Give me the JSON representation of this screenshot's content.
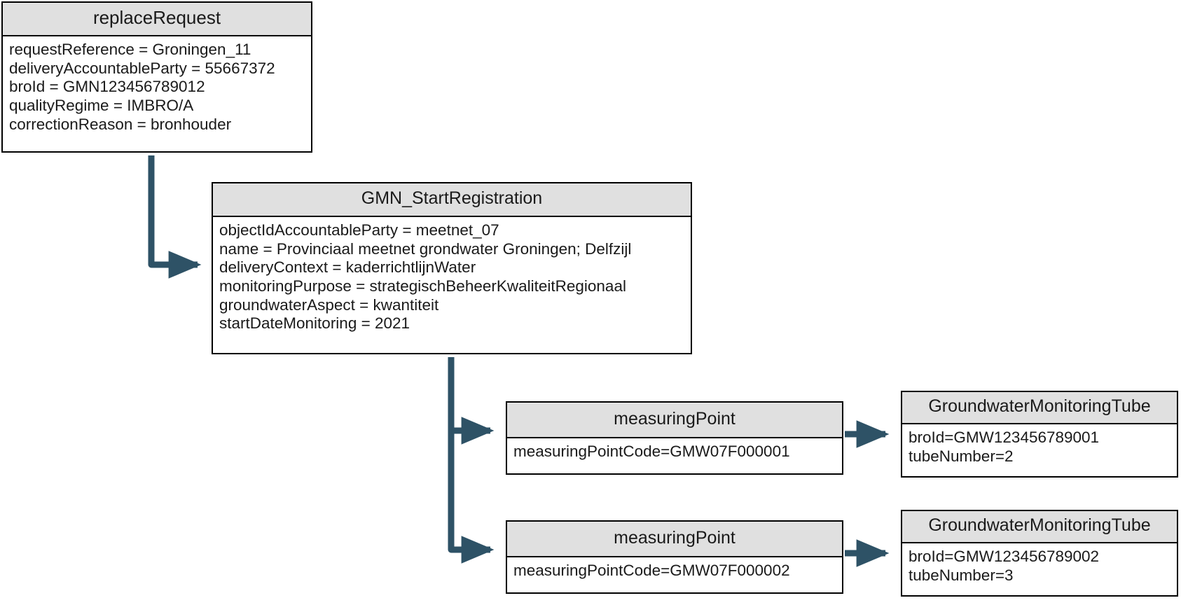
{
  "diagram": {
    "title": "replaceRequest GMN_StartRegistration object diagram",
    "accent_color": "#2e5266",
    "node_header_color": "#e0e0e0",
    "border_color": "#000000",
    "background_color": "#ffffff"
  },
  "nodes": {
    "replace_request": {
      "title": "replaceRequest",
      "attributes": [
        "requestReference = Groningen_11",
        "deliveryAccountableParty = 55667372",
        "broId = GMN123456789012",
        "qualityRegime = IMBRO/A",
        "correctionReason = bronhouder"
      ]
    },
    "gmn_start_registration": {
      "title": "GMN_StartRegistration",
      "attributes": [
        "objectIdAccountableParty = meetnet_07",
        "name = Provinciaal meetnet grondwater Groningen; Delfzijl",
        "deliveryContext = kaderrichtlijnWater",
        "monitoringPurpose = strategischBeheerKwaliteitRegionaal",
        "groundwaterAspect = kwantiteit",
        "startDateMonitoring = 2021"
      ]
    },
    "measuring_point_1": {
      "title": "measuringPoint",
      "attributes": [
        "measuringPointCode=GMW07F000001"
      ]
    },
    "measuring_point_2": {
      "title": "measuringPoint",
      "attributes": [
        "measuringPointCode=GMW07F000002"
      ]
    },
    "tube_1": {
      "title": "GroundwaterMonitoringTube",
      "attributes": [
        "broId=GMW123456789001",
        "tubeNumber=2"
      ]
    },
    "tube_2": {
      "title": "GroundwaterMonitoringTube",
      "attributes": [
        "broId=GMW123456789002",
        "tubeNumber=3"
      ]
    }
  },
  "connectors": [
    {
      "name": "replace-request-to-gmn-start",
      "from": "replace_request",
      "to": "gmn_start_registration"
    },
    {
      "name": "gmn-start-to-measuring-point-1",
      "from": "gmn_start_registration",
      "to": "measuring_point_1"
    },
    {
      "name": "gmn-start-to-measuring-point-2",
      "from": "gmn_start_registration",
      "to": "measuring_point_2"
    },
    {
      "name": "measuring-point-1-to-tube-1",
      "from": "measuring_point_1",
      "to": "tube_1"
    },
    {
      "name": "measuring-point-2-to-tube-2",
      "from": "measuring_point_2",
      "to": "tube_2"
    }
  ]
}
